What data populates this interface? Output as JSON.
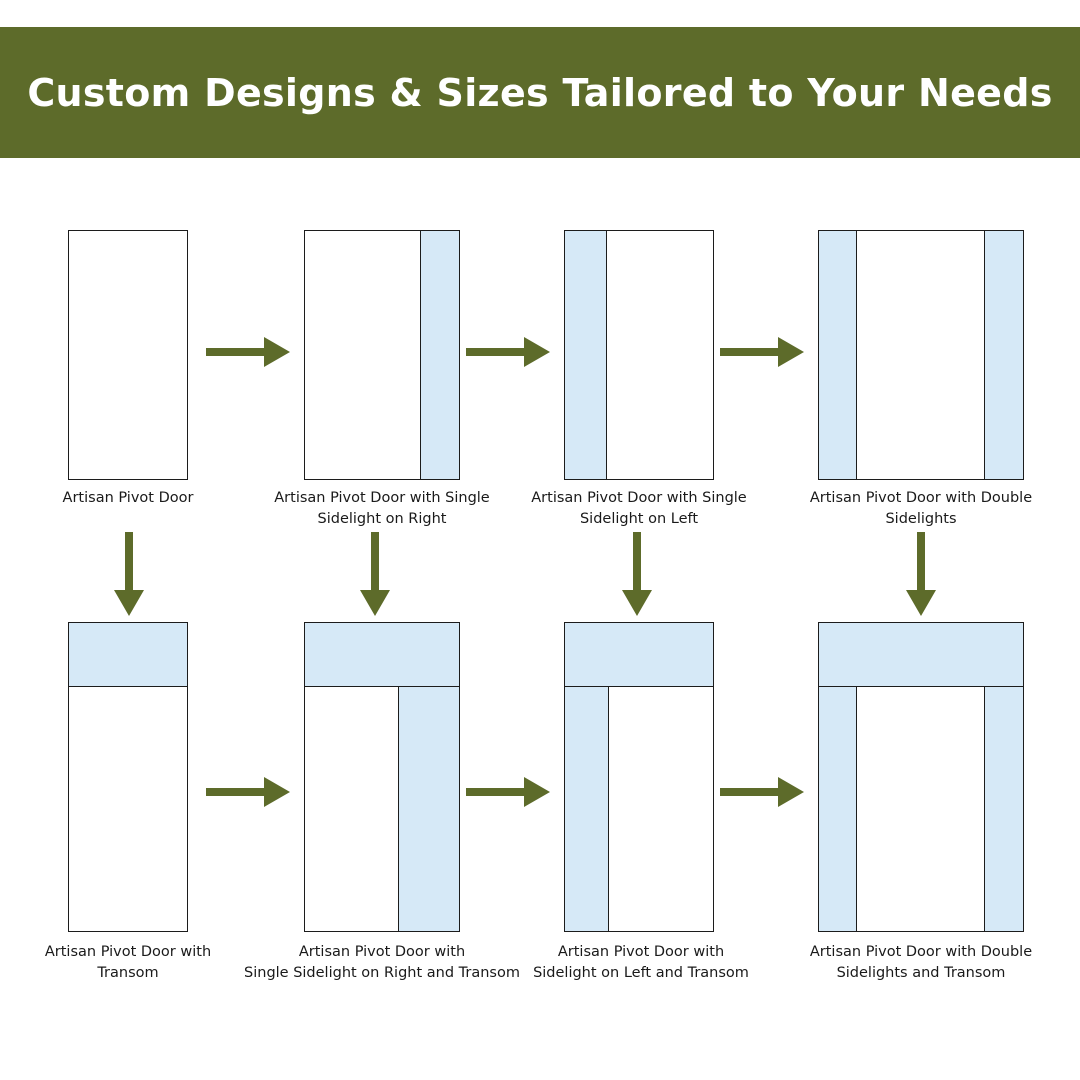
{
  "banner": {
    "title": "Custom Designs & Sizes Tailored to Your Needs",
    "background_color": "#5d6b2a",
    "text_color": "#ffffff"
  },
  "colors": {
    "glass_fill": "#d6e9f7",
    "door_fill": "#ffffff",
    "outline": "#1c1c1c",
    "arrow": "#5d6b2a",
    "caption_text": "#1a1a1a"
  },
  "diagram": {
    "type": "flow",
    "rows": 2,
    "columns": 4,
    "nodes": [
      {
        "id": "r1c1",
        "caption": "Artisan Pivot Door",
        "parts": [
          "door"
        ]
      },
      {
        "id": "r1c2",
        "caption": "Artisan Pivot Door with Single\nSidelight on Right",
        "parts": [
          "door",
          "sidelight-right"
        ]
      },
      {
        "id": "r1c3",
        "caption": "Artisan Pivot Door with Single\nSidelight on Left",
        "parts": [
          "sidelight-left",
          "door"
        ]
      },
      {
        "id": "r1c4",
        "caption": "Artisan Pivot Door with Double\nSidelights",
        "parts": [
          "sidelight-left",
          "door",
          "sidelight-right"
        ]
      },
      {
        "id": "r2c1",
        "caption": "Artisan Pivot Door with\nTransom",
        "parts": [
          "transom",
          "door"
        ]
      },
      {
        "id": "r2c2",
        "caption": "Artisan Pivot Door with\nSingle Sidelight on Right and Transom",
        "parts": [
          "transom",
          "door",
          "sidelight-right"
        ]
      },
      {
        "id": "r2c3",
        "caption": "Artisan Pivot Door with\nSidelight on Left and Transom",
        "parts": [
          "transom",
          "sidelight-left",
          "door"
        ]
      },
      {
        "id": "r2c4",
        "caption": "Artisan Pivot Door with Double\nSidelights and Transom",
        "parts": [
          "transom",
          "sidelight-left",
          "door",
          "sidelight-right"
        ]
      }
    ],
    "arrows": [
      {
        "id": "a-r1c1-r1c2",
        "direction": "right"
      },
      {
        "id": "a-r1c2-r1c3",
        "direction": "right"
      },
      {
        "id": "a-r1c3-r1c4",
        "direction": "right"
      },
      {
        "id": "a-r1c1-r2c1",
        "direction": "down"
      },
      {
        "id": "a-r1c2-r2c2",
        "direction": "down"
      },
      {
        "id": "a-r1c3-r2c3",
        "direction": "down"
      },
      {
        "id": "a-r1c4-r2c4",
        "direction": "down"
      },
      {
        "id": "a-r2c1-r2c2",
        "direction": "right"
      },
      {
        "id": "a-r2c2-r2c3",
        "direction": "right"
      },
      {
        "id": "a-r2c3-r2c4",
        "direction": "right"
      }
    ]
  }
}
